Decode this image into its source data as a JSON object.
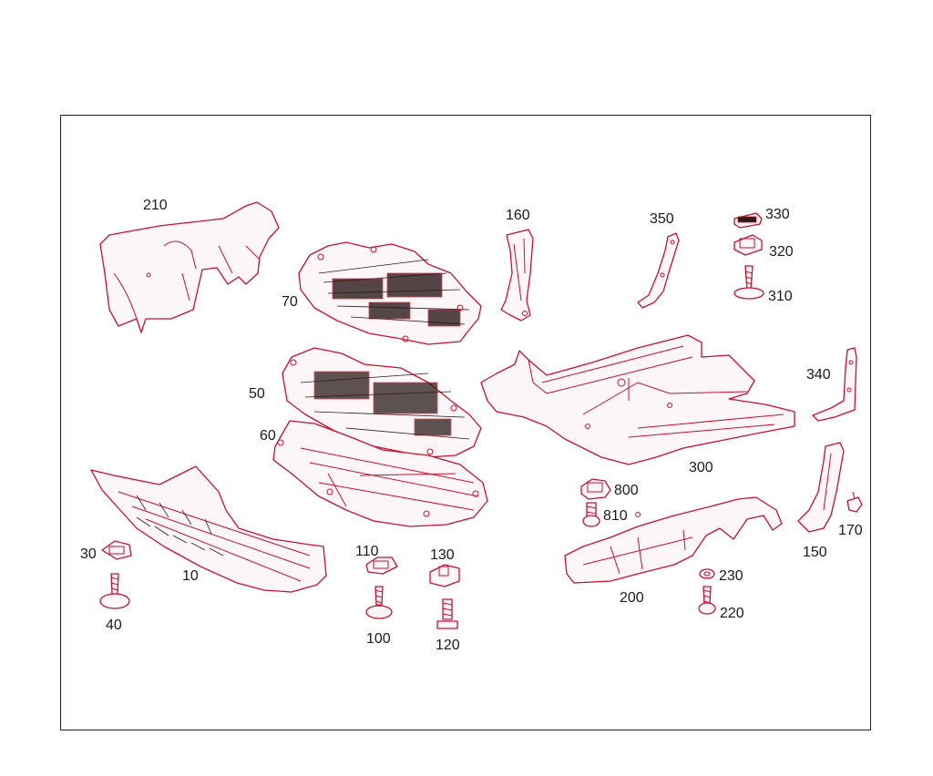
{
  "colors": {
    "outline": "#c8102e",
    "ink": "#1a1a1a",
    "frame": "#3a1020",
    "fill": "#fdf6f8"
  },
  "labels": {
    "p210": "210",
    "p70": "70",
    "p160": "160",
    "p350": "350",
    "p330": "330",
    "p320": "320",
    "p310": "310",
    "p50": "50",
    "p60": "60",
    "p340": "340",
    "p300": "300",
    "p800": "800",
    "p810": "810",
    "p30": "30",
    "p10": "10",
    "p40": "40",
    "p110": "110",
    "p130": "130",
    "p100": "100",
    "p120": "120",
    "p230": "230",
    "p220": "220",
    "p200": "200",
    "p150": "150",
    "p170": "170"
  }
}
